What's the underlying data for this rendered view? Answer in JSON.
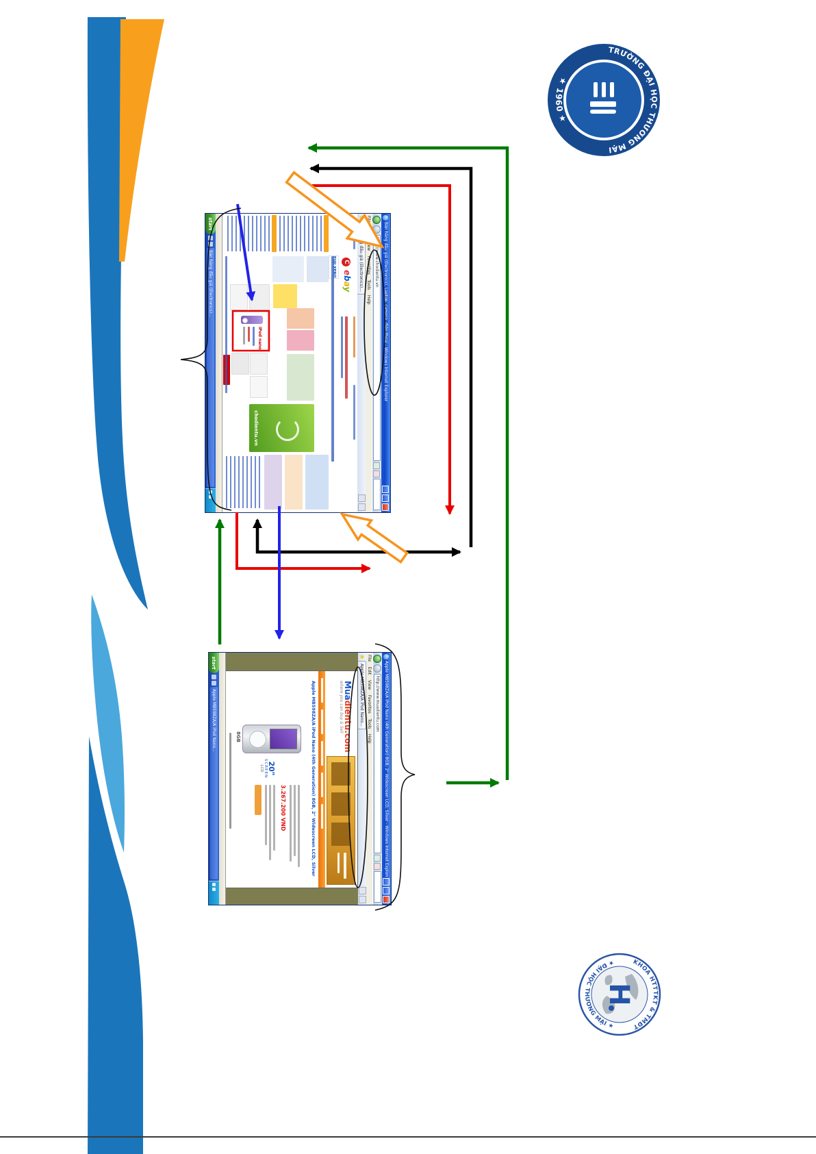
{
  "diagram": {
    "arrow_green": "#007a00",
    "arrow_black": "#000000",
    "arrow_red": "#e80000",
    "arrow_blue": "#2222e8",
    "arrow_orange_outline": "#f7941d",
    "highlight_box": "#e80000"
  },
  "university_logo": {
    "arc_top": "TRƯỜNG ĐẠI HỌC THƯƠNG MẠI",
    "arc_bottom": "★ 1960 ★"
  },
  "faculty_logo": {
    "arc_top": "KHOA HTTTKT & TMĐT",
    "arc_bottom": "★ ĐẠI HỌC THƯƠNG MẠI ★",
    "center_letter": "H"
  },
  "browser_top": {
    "title": "Bán hàng đấu giá (Electronics), Laptop, camera, điện thoại - Windows Internet Explorer",
    "menu": "File    Edit    View    Favorites    Tools    Help",
    "address": "http://www.chodientu.vn",
    "tab": "Bán hàng đấu giá (Electronics)...",
    "start": "start",
    "page": {
      "ebay_e": "e",
      "ebay_b": "b",
      "ebay_a": "a",
      "ebay_y": "y",
      "cho_logo": "C",
      "fuji": "FUJI XEROX",
      "highlight_product": "iPod nano",
      "green_banner": "chodientu.vn"
    }
  },
  "browser_bottom": {
    "title": "Apple MB598ZA/A iPod Nano (4th Generation) 8GB, 2\" Widescreen LCD, Silver - Windows Internet Explorer",
    "menu": "File    Edit    View    Favorites    Tools    Help",
    "address": "http://www.muadientu.com",
    "tab": "Apple MB598ZA/A iPod Nano...",
    "start": "start",
    "page": {
      "brand_a": "Mua",
      "brand_b": "dientu.com",
      "tagline": "where you can buy & Sell",
      "product_title": "Apple MB598ZA/A iPod Nano (4th Generation) 8GB, 2\" Widescreen LCD, Silver",
      "price": "3.267.200 VND",
      "capacity": "8GB",
      "badge_size": "20\"",
      "badge_label": "SCREEN",
      "lcd": "LCD"
    }
  }
}
